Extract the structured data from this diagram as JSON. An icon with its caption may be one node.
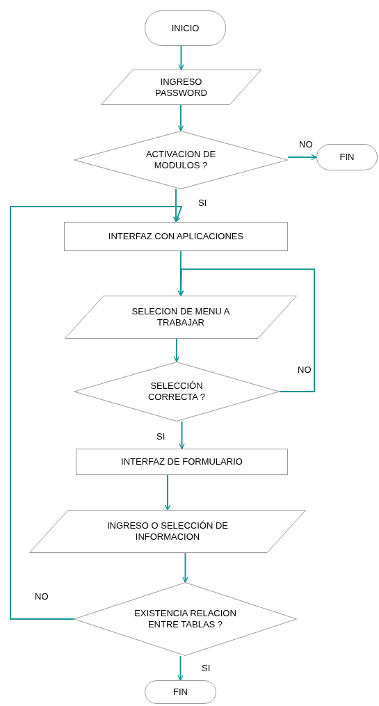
{
  "diagram": {
    "nodes": [
      {
        "text": [
          "INICIO"
        ]
      },
      {
        "text": [
          "INGRESO PASSWORD"
        ]
      },
      {
        "text": [
          "ACTIVACION DE MODULOS ?"
        ]
      },
      {
        "text": [
          "FIN"
        ]
      },
      {
        "text": [
          "INTERFAZ CON APLICACIONES"
        ]
      },
      {
        "text": [
          "SELECION DE MENU A TRABAJAR"
        ]
      },
      {
        "text": [
          "SELECCIÓN CORRECTA ?"
        ]
      },
      {
        "text": [
          "INTERFAZ DE FORMULARIO"
        ]
      },
      {
        "text": [
          "INGRESO O SELECCIÓN DE INFORMACION"
        ]
      },
      {
        "text": [
          "EXISTENCIA RELACION ENTRE TABLAS ?"
        ]
      },
      {
        "text": [
          "FIN"
        ]
      }
    ],
    "edges": [
      {
        "from": 0,
        "to": 1,
        "arrow": "to"
      },
      {
        "from": 1,
        "to": 2,
        "arrow": "to"
      },
      {
        "from": 2,
        "to": 3,
        "arrow": "to",
        "label": "NO"
      },
      {
        "from": 2,
        "to": 4,
        "arrow": "to",
        "label": "SI"
      },
      {
        "from": 4,
        "to": 5,
        "arrow": "to"
      },
      {
        "from": 5,
        "to": 6,
        "arrow": "to"
      },
      {
        "from": 6,
        "to": 5,
        "arrow": "to",
        "label": "NO"
      },
      {
        "from": 6,
        "to": 7,
        "arrow": "to",
        "label": "SI"
      },
      {
        "from": 7,
        "to": 8,
        "arrow": "to"
      },
      {
        "from": 8,
        "to": 9,
        "arrow": "to"
      },
      {
        "from": 9,
        "to": 4,
        "arrow": "to",
        "label": "NO"
      },
      {
        "from": 9,
        "to": 10,
        "arrow": "to",
        "label": "SI"
      }
    ]
  }
}
